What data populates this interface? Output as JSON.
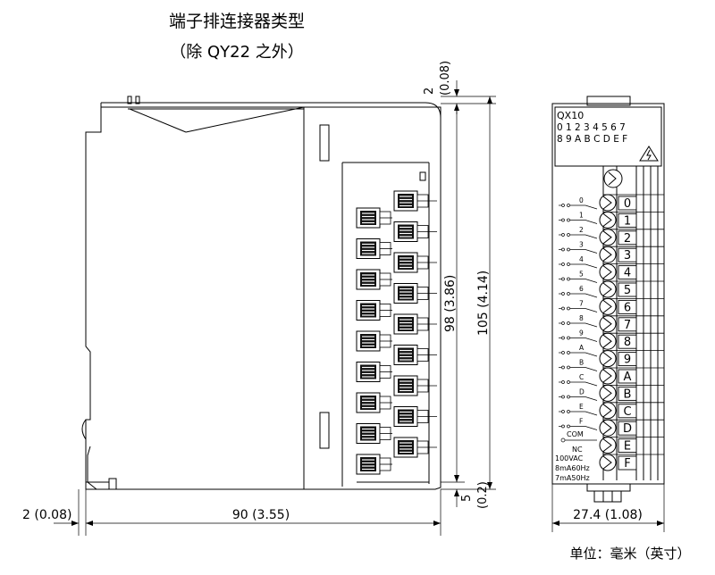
{
  "title_line1": "端子排连接器类型",
  "title_line2": "（除 QY22 之外）",
  "dimensions": {
    "top_gap_mm": "2",
    "top_gap_in": "(0.08)",
    "height_98": "98 (3.86)",
    "height_105": "105 (4.14)",
    "bottom_gap_mm": "5",
    "bottom_gap_in": "(0.2)",
    "left_offset": "2 (0.08)",
    "depth": "90 (3.55)",
    "width": "27.4 (1.08)"
  },
  "module": {
    "model": "QX10",
    "led_row1": "0 1 2 3 4 5 6 7",
    "led_row2": "8 9 A B C D E F",
    "terminals": [
      "0",
      "1",
      "2",
      "3",
      "4",
      "5",
      "6",
      "7",
      "8",
      "9",
      "A",
      "B",
      "C",
      "D",
      "E",
      "F"
    ],
    "input_labels": [
      "0",
      "1",
      "2",
      "3",
      "4",
      "5",
      "6",
      "7",
      "8",
      "9",
      "A",
      "B",
      "C",
      "D",
      "E",
      "F"
    ],
    "com_label": "COM",
    "nc_label": "NC",
    "rating1": "100VAC",
    "rating2": "8mA60Hz",
    "rating3": "7mA50Hz"
  },
  "unit_note": "单位：毫米（英寸）"
}
